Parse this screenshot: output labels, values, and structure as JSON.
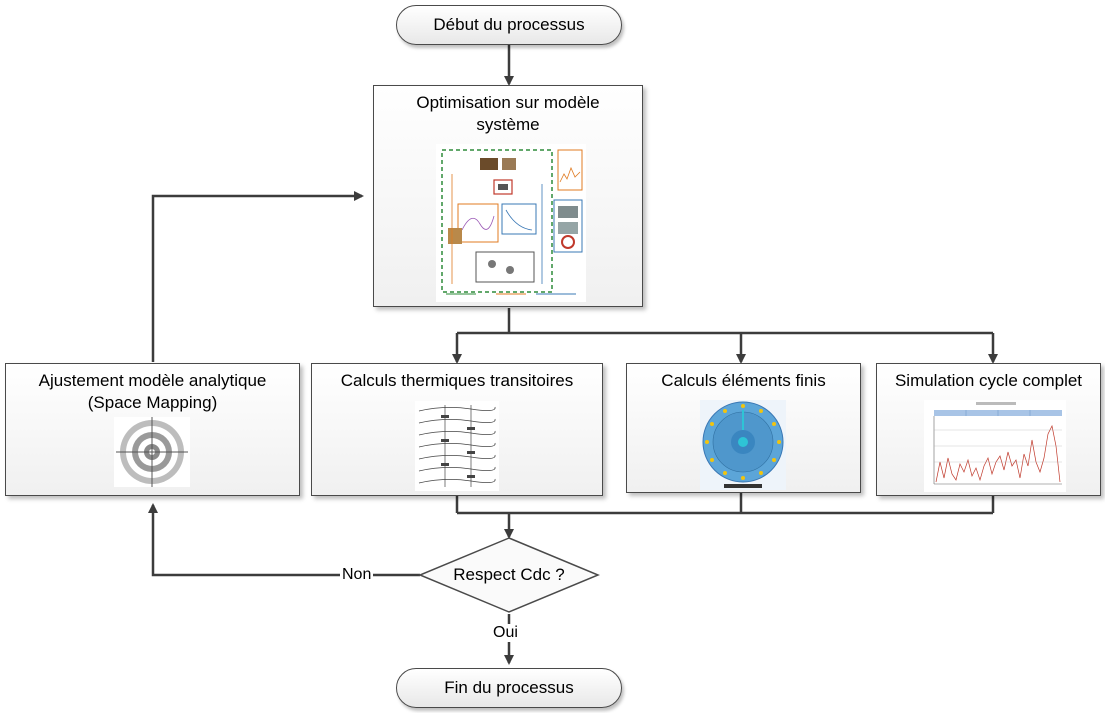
{
  "nodes": {
    "start": "Début du processus",
    "optim_line1": "Optimisation sur modèle",
    "optim_line2": "système",
    "adjust_line1": "Ajustement modèle analytique",
    "adjust_line2": "(Space Mapping)",
    "thermal": "Calculs thermiques transitoires",
    "fem": "Calculs éléments finis",
    "sim": "Simulation cycle complet",
    "decision": "Respect Cdc ?",
    "end": "Fin du processus"
  },
  "edges": {
    "no": "Non",
    "yes": "Oui"
  },
  "colors": {
    "line": "#3c3c3c",
    "border": "#4a4a4a",
    "accent_green": "#2e8b3a",
    "accent_orange": "#e07b22",
    "accent_blue": "#3a78b5",
    "accent_red": "#c0392b",
    "target_gray": "#8a8a8a",
    "fem_blue": "#5ca5d8"
  },
  "icons": {
    "optim_thumb": "system-schematic-image",
    "adjust_thumb": "target-icon",
    "thermal_thumb": "thermal-network-image",
    "fem_thumb": "fem-rotor-image",
    "sim_thumb": "cycle-chart-image"
  }
}
